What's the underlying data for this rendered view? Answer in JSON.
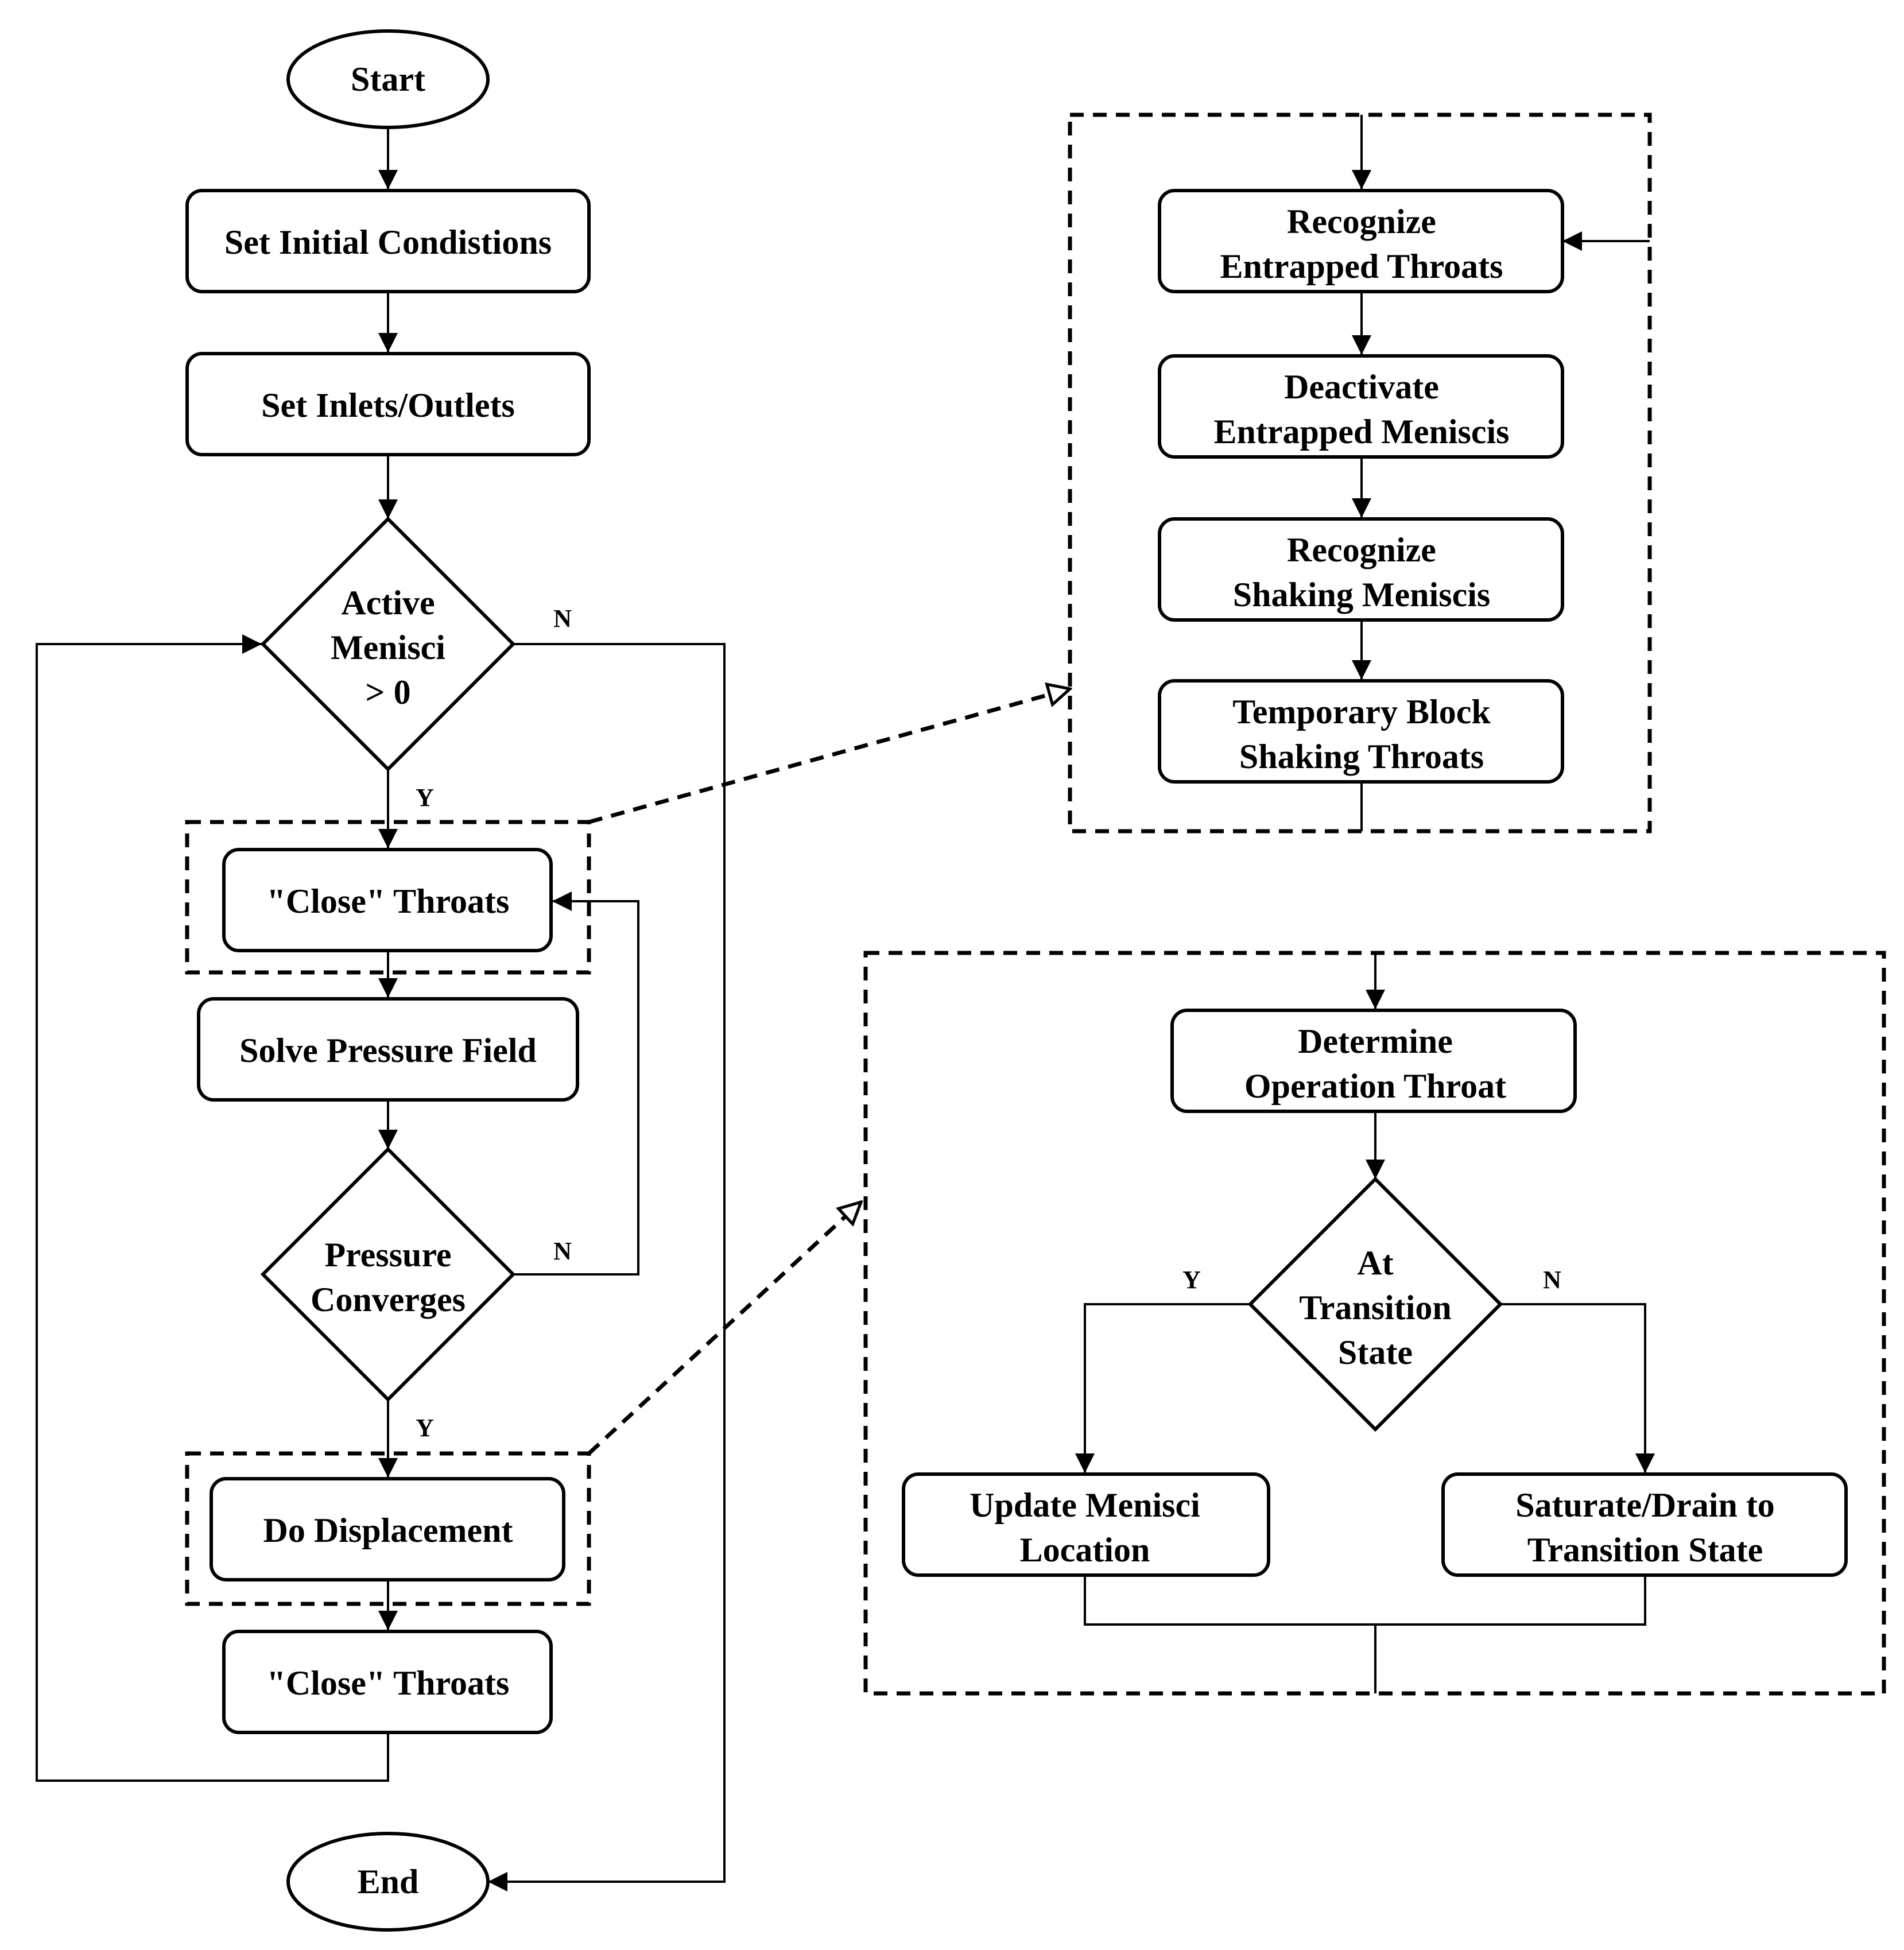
{
  "nodes": {
    "start": "Start",
    "set_initial": "Set Initial Condistions",
    "set_inlets": "Set Inlets/Outlets",
    "active_menisci": [
      "Active",
      "Menisci",
      "> 0"
    ],
    "close_throats_1": "\"Close\" Throats",
    "solve_pressure": "Solve Pressure Field",
    "pressure_converges": [
      "Pressure",
      "Converges"
    ],
    "do_displacement": "Do Displacement",
    "close_throats_2": "\"Close\" Throats",
    "end": "End",
    "recognize_entrapped": [
      "Recognize",
      "Entrapped Throats"
    ],
    "deactivate_entrapped": [
      "Deactivate",
      "Entrapped Meniscis"
    ],
    "recognize_shaking": [
      "Recognize",
      "Shaking Meniscis"
    ],
    "temporary_block": [
      "Temporary Block",
      "Shaking Throats"
    ],
    "determine_operation": [
      "Determine",
      "Operation Throat"
    ],
    "at_transition": [
      "At",
      "Transition",
      "State"
    ],
    "update_menisci": [
      "Update Menisci",
      "Location"
    ],
    "saturate_drain": [
      "Saturate/Drain to",
      "Transition State"
    ]
  },
  "edge_labels": {
    "active_no": "N",
    "active_yes": "Y",
    "pressure_no": "N",
    "pressure_yes": "Y",
    "transition_yes": "Y",
    "transition_no": "N"
  }
}
